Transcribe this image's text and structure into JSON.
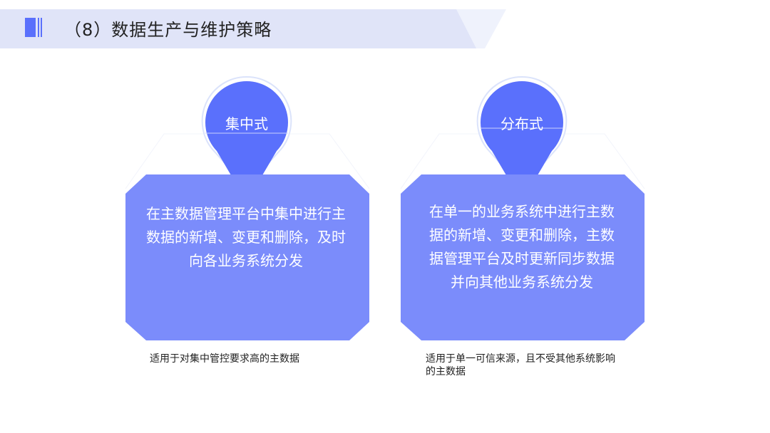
{
  "header": {
    "title": "（8）数据生产与维护策略"
  },
  "strategies": [
    {
      "label": "集中式",
      "description": "在主数据管理平台中集中进行主数据的新增、变更和删除，及时向各业务系统分发",
      "applicability": "适用于对集中管控要求高的主数据"
    },
    {
      "label": "分布式",
      "description": "在单一的业务系统中进行主数据的新增、变更和删除，主数据管理平台及时更新同步数据并向其他业务系统分发",
      "applicability": "适用于单一可信来源，且不受其他系统影响的主数据"
    }
  ],
  "colors": {
    "accent": "#5a70fc",
    "box": "#7b8cfb",
    "header_bg": "#e0e4f8"
  }
}
